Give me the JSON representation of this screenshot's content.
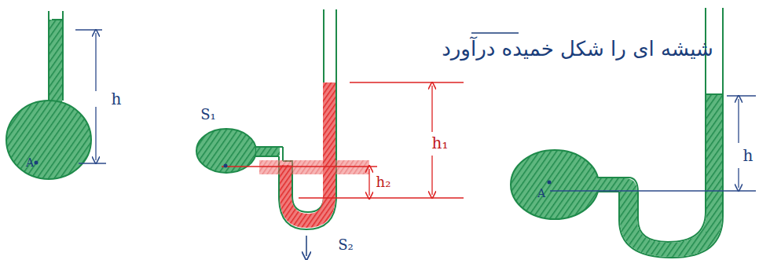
{
  "diagram": {
    "labels": [
      "شیشه ای را شکل خمیده درآورد",
      "h",
      "A",
      "S₁",
      "h₁",
      "h₂",
      "S₂",
      "h",
      "A"
    ]
  }
}
